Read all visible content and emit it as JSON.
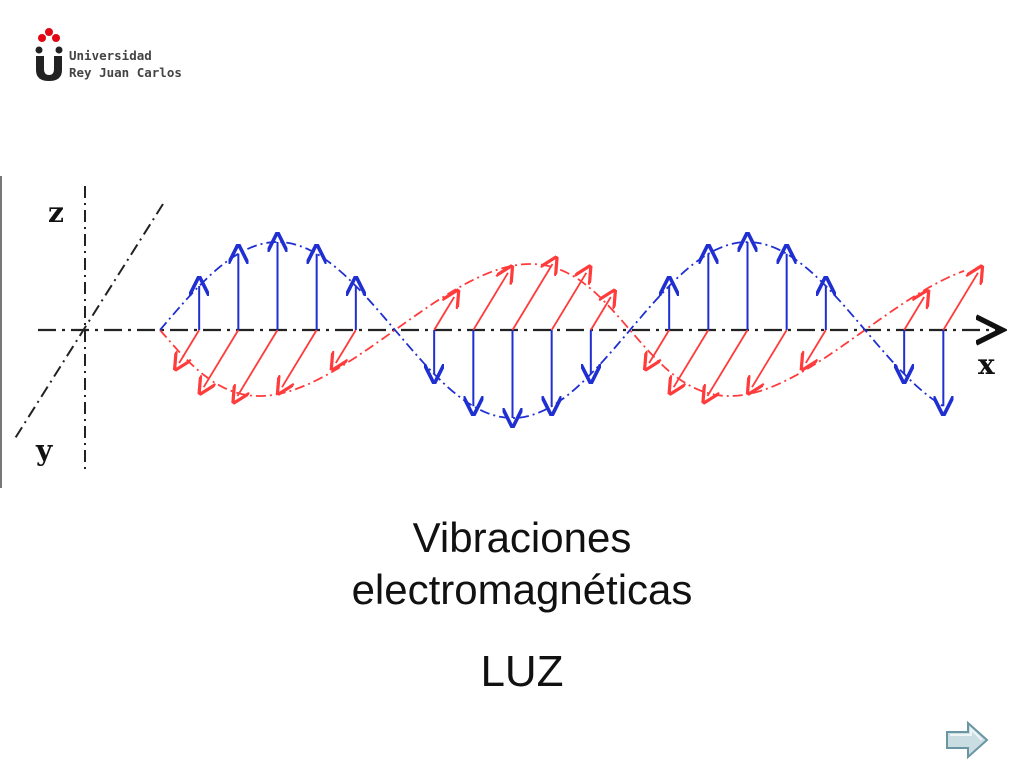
{
  "logo": {
    "line1": "Universidad",
    "line2": "Rey Juan Carlos",
    "accent_color": "#e30613"
  },
  "diagram": {
    "axis_labels": {
      "z": "z",
      "y": "y",
      "x": "x"
    },
    "electric_field_color": "#1f2fd1",
    "magnetic_field_color": "#ff3b3b"
  },
  "caption": {
    "line1": "Vibraciones",
    "line2": "electromagnéticas",
    "line3": "LUZ"
  },
  "nav": {
    "next_icon": "right-arrow-icon"
  }
}
